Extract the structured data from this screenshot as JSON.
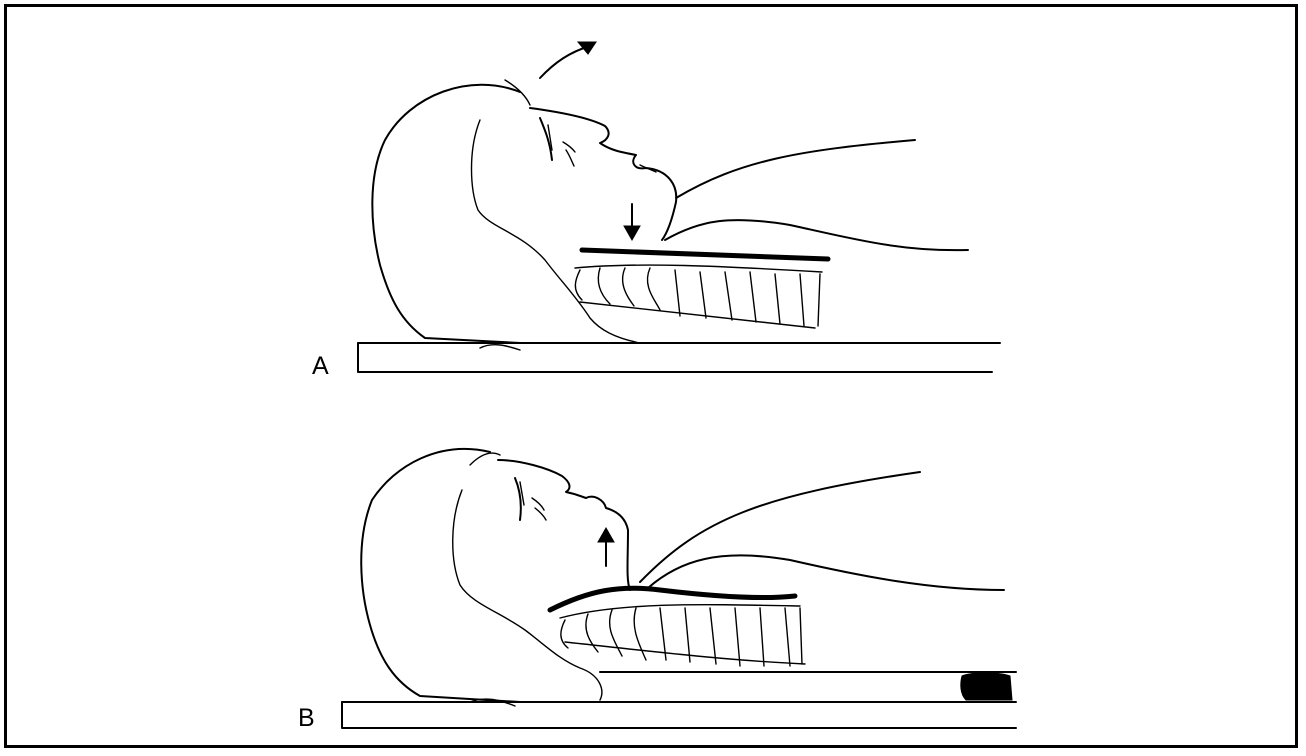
{
  "panels": [
    {
      "id": "A",
      "label": "A",
      "neck": "extended",
      "jaw_arrow": "down",
      "head_arrow": "back"
    },
    {
      "id": "B",
      "label": "B",
      "neck": "flexed",
      "jaw_arrow": "up",
      "roll_under_shoulders": true
    }
  ],
  "colors": {
    "ink": "#000000",
    "paper": "#ffffff"
  }
}
